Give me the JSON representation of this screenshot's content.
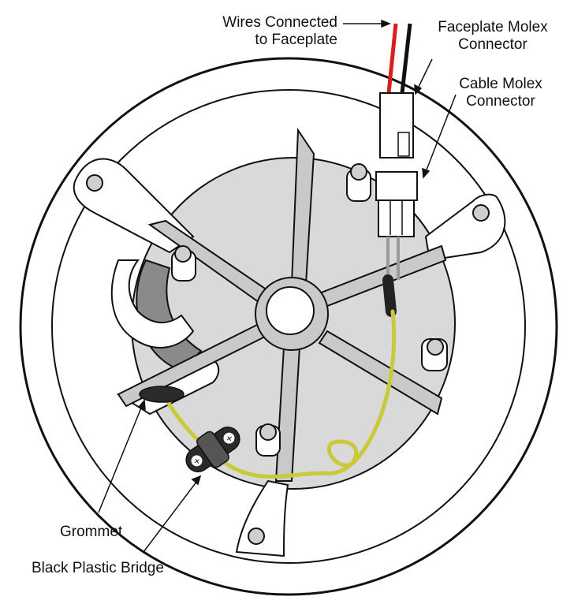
{
  "labels": {
    "wires_connected": [
      "Wires Connected",
      "to Faceplate"
    ],
    "faceplate_molex": [
      "Faceplate Molex",
      "Connector"
    ],
    "cable_molex": [
      "Cable Molex",
      "Connector"
    ],
    "grommet": "Grommet",
    "bridge": "Black Plastic Bridge"
  },
  "colors": {
    "outline": "#111111",
    "housing_fill": "#ffffff",
    "inner_panel": "#d9d9d9",
    "strut": "#c9c9c9",
    "cavity": "#8a8a8a",
    "wire_red": "#d81e1e",
    "wire_black": "#111111",
    "cable_yellow": "#c9c93a",
    "bridge": "#2a2a2a"
  }
}
